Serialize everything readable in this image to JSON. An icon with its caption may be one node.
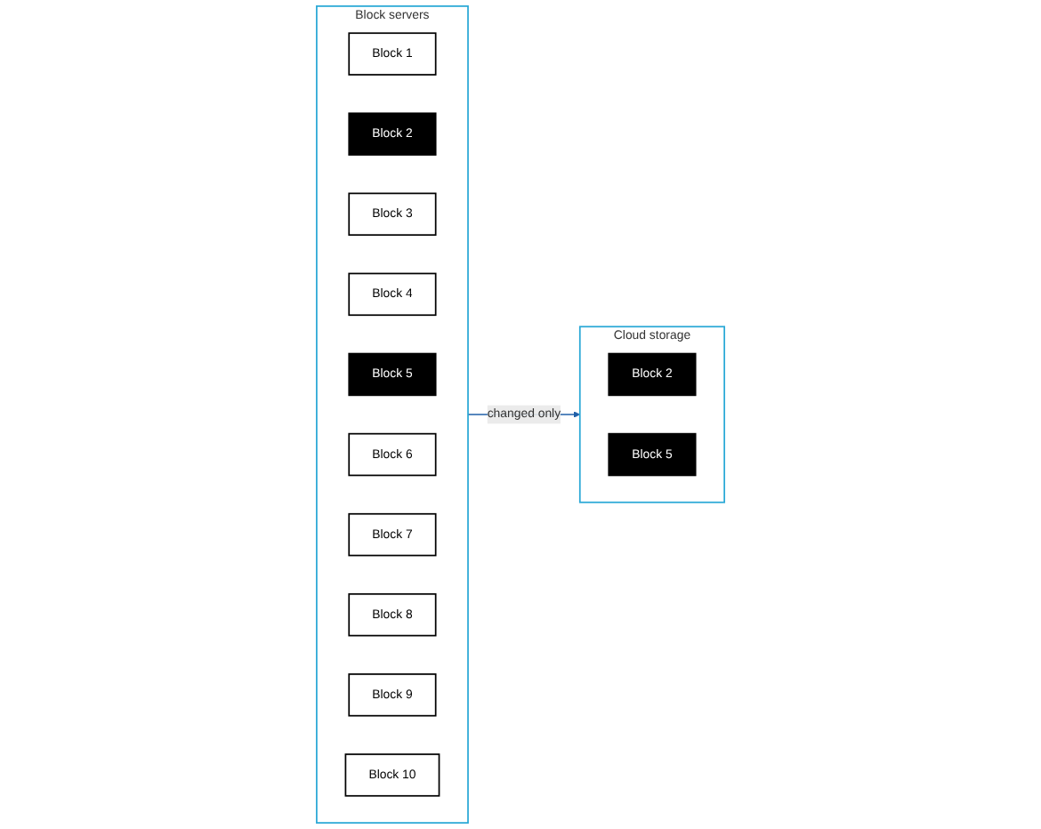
{
  "diagram": {
    "nodes": [
      {
        "text": [
          "Block servers"
        ]
      },
      {
        "text": [
          "Block 1"
        ],
        "in": 0
      },
      {
        "text": [
          "Block 2"
        ],
        "in": 0
      },
      {
        "text": [
          "Block 3"
        ],
        "in": 0
      },
      {
        "text": [
          "Block 4"
        ],
        "in": 0
      },
      {
        "text": [
          "Block 5"
        ],
        "in": 0
      },
      {
        "text": [
          "Block 6"
        ],
        "in": 0
      },
      {
        "text": [
          "Block 7"
        ],
        "in": 0
      },
      {
        "text": [
          "Block 8"
        ],
        "in": 0
      },
      {
        "text": [
          "Block 9"
        ],
        "in": 0
      },
      {
        "text": [
          "Block 10"
        ],
        "in": 0
      },
      {
        "text": [
          "Cloud storage"
        ]
      },
      {
        "text": [
          "Block 2"
        ],
        "in": 11
      },
      {
        "text": [
          "Block 5"
        ],
        "in": 11
      }
    ],
    "edges": [
      {
        "from": 0,
        "to": 11,
        "label": "changed only",
        "arrow": "to"
      }
    ]
  }
}
